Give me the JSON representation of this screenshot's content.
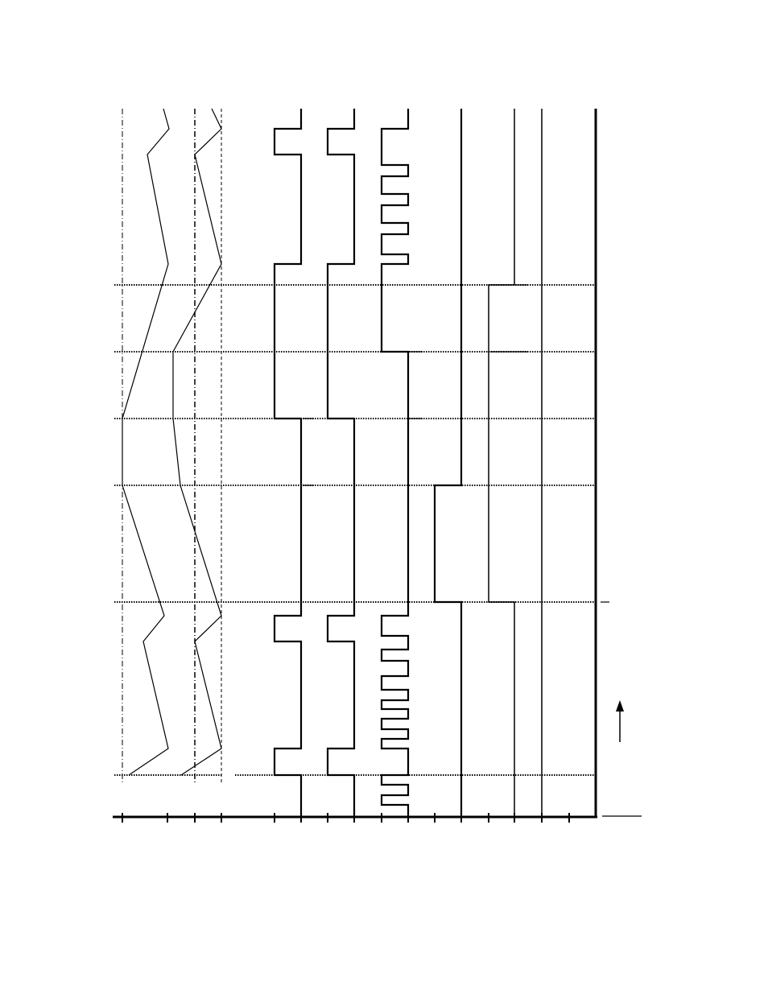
{
  "diagram": {
    "type": "timing-diagram",
    "orientation": "rotated-90",
    "colors": {
      "line": "#000000",
      "background": "#ffffff"
    },
    "text_labels": [],
    "arrow": {
      "direction": "up"
    }
  }
}
